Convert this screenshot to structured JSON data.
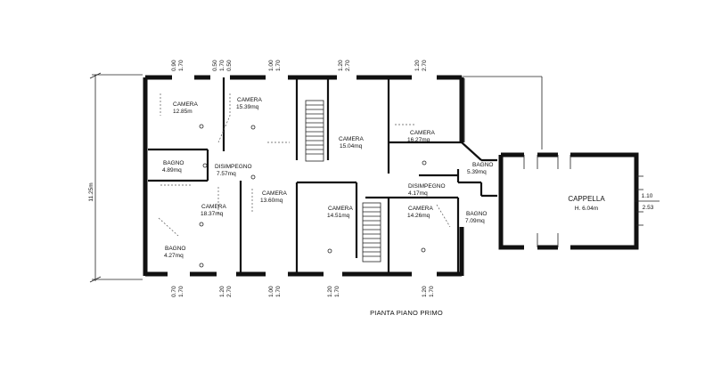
{
  "caption": "PIANTA PIANO PRIMO",
  "overall_height": "11.25m",
  "rooms": [
    {
      "name": "CAMERA",
      "area": "12.85m"
    },
    {
      "name": "CAMERA",
      "area": "15.39mq"
    },
    {
      "name": "CAMERA",
      "area": "15.04mq"
    },
    {
      "name": "CAMERA",
      "area": "16.27mq"
    },
    {
      "name": "BAGNO",
      "area": "4.89mq"
    },
    {
      "name": "DISIMPEGNO",
      "area": "7.57mq"
    },
    {
      "name": "BAGNO",
      "area": "5.39mq"
    },
    {
      "name": "DISIMPEGNO",
      "area": "4.17mq"
    },
    {
      "name": "CAMERA",
      "area": "18.37mq"
    },
    {
      "name": "CAMERA",
      "area": "13.60mq"
    },
    {
      "name": "CAMERA",
      "area": "14.51mq"
    },
    {
      "name": "CAMERA",
      "area": "14.26mq"
    },
    {
      "name": "BAGNO",
      "area": "7.09mq"
    },
    {
      "name": "BAGNO",
      "area": "4.27mq"
    }
  ],
  "chapel": {
    "name": "CAPPELLA",
    "height": "H. 6.04m",
    "dim_top": "1.10",
    "dim_bottom": "2.53"
  },
  "top_dims": [
    "0.90",
    "1.70",
    "0.50",
    "1.70",
    "0.50",
    "1.00",
    "1.70",
    "1.20",
    "2.70",
    "1.20",
    "2.70"
  ],
  "bottom_dims": [
    "0.70",
    "1.70",
    "1.20",
    "2.70",
    "1.00",
    "1.70",
    "1.20",
    "1.70",
    "1.20",
    "1.70"
  ]
}
